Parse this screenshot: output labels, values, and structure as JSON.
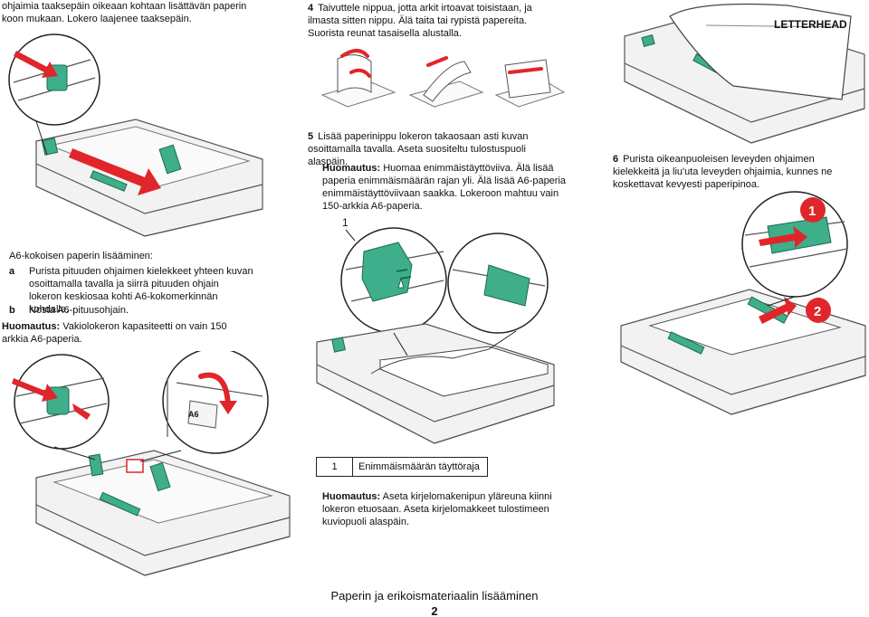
{
  "top_left_text": "ohjaimia taaksepäin oikeaan kohtaan lisättävän paperin koon mukaan. Lokero laajenee taaksepäin.",
  "step4": {
    "num": "4",
    "text": "Taivuttele nippua, jotta arkit irtoavat toisistaan, ja ilmasta sitten nippu. Älä taita tai rypistä papereita. Suorista reunat tasaisella alustalla."
  },
  "letterhead_label": "LETTERHEAD",
  "step5": {
    "num": "5",
    "text": "Lisää paperinippu lokeron takaosaan asti kuvan osoittamalla tavalla. Aseta suositeltu tulostuspuoli alaspäin.",
    "note_label": "Huomautus:",
    "note_text": "Huomaa enimmäistäyttöviiva. Älä lisää paperia enimmäismäärän rajan yli. Älä lisää A6-paperia enimmäistäyttöviivaan saakka. Lokeroon mahtuu vain 150-arkkia A6-paperia."
  },
  "step6": {
    "num": "6",
    "text": "Purista oikeanpuoleisen leveyden ohjaimen kielekkeitä ja liu'uta leveyden ohjaimia, kunnes ne koskettavat kevyesti paperipinoa."
  },
  "a6": {
    "heading": "A6-kokoisen paperin lisääminen:",
    "item_a_label": "a",
    "item_a_text": "Purista pituuden ohjaimen kielekkeet yhteen kuvan osoittamalla tavalla ja siirrä pituuden ohjain lokeron keskiosaa kohti A6-kokomerkinnän kohdalle.",
    "item_b_label": "b",
    "item_b_text": "Nosta A6-pituusohjain.",
    "note_label": "Huomautus:",
    "note_text": "Vakiolokeron kapasiteetti on vain 150 arkkia A6-paperia.",
    "tray_mark": "A6"
  },
  "callout": {
    "num": "1",
    "label": "Enimmäismäärän täyttöraja",
    "fig_num": "1"
  },
  "badges": {
    "one": "1",
    "two": "2"
  },
  "letterhead_note": {
    "label": "Huomautus:",
    "text": "Aseta kirjelomakenipun yläreuna kiinni lokeron etuosaan. Aseta kirjelomakkeet tulostimeen kuviopuoli alaspäin."
  },
  "footer": {
    "title": "Paperin ja erikoismateriaalin lisääminen",
    "page": "2"
  }
}
